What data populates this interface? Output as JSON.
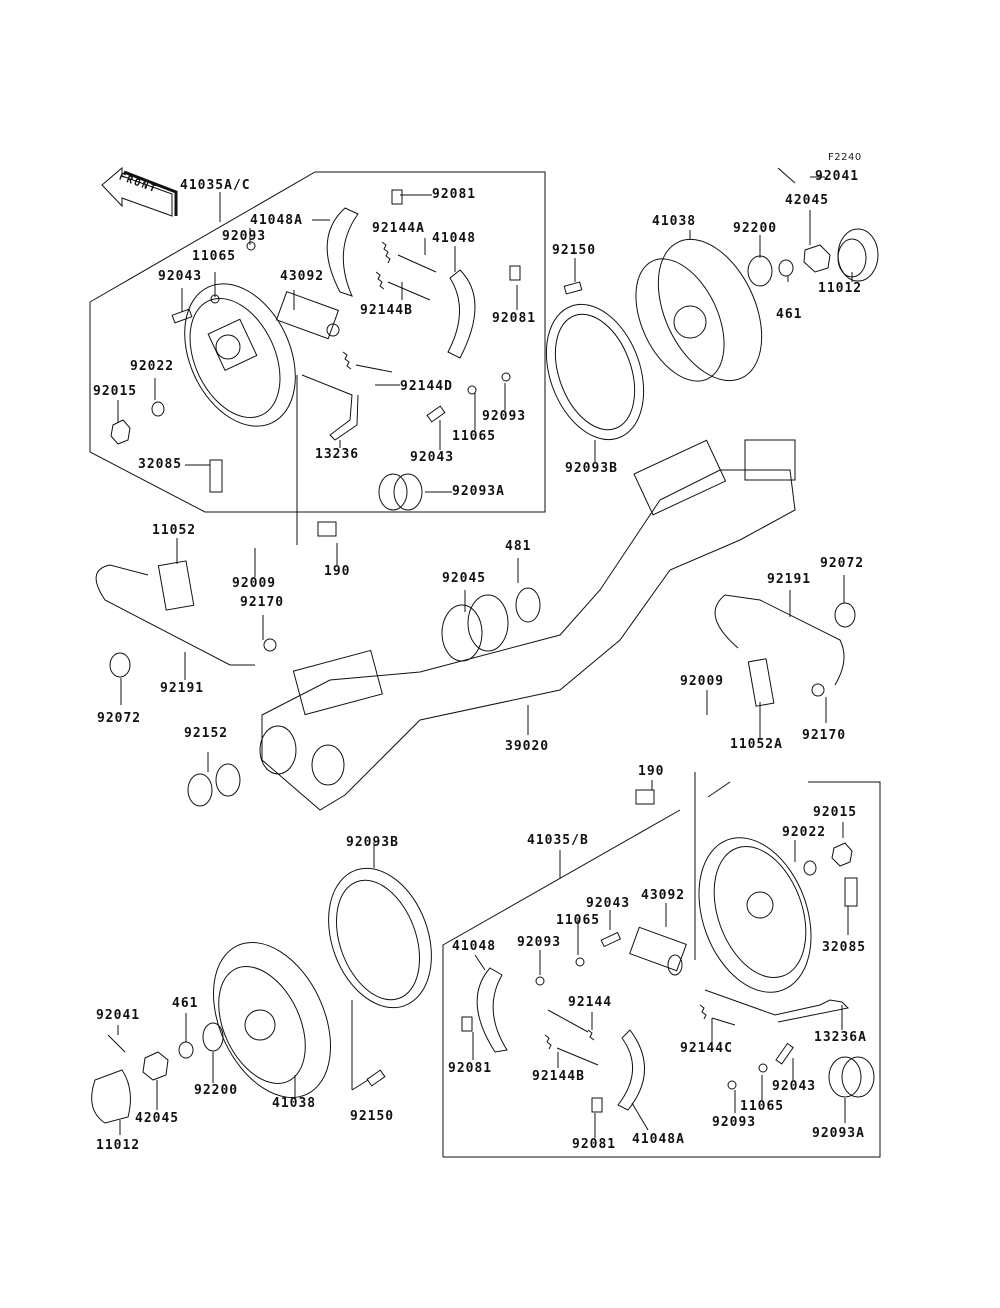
{
  "diagram": {
    "figure_code": "F2240",
    "direction_badge": "FRONT",
    "groups": [
      {
        "name": "upper-left-brake-assembly",
        "label": "41035A/C"
      },
      {
        "name": "lower-right-brake-assembly",
        "label": "41035/B"
      }
    ],
    "parts": {
      "p41035AC": "41035A/C",
      "p41048A_ul": "41048A",
      "p92081_ul1": "92081",
      "p92093_ul1": "92093",
      "p92144A": "92144A",
      "p41048_ul": "41048",
      "p11065_ul1": "11065",
      "p92043_ul1": "92043",
      "p43092_ul": "43092",
      "p92144B_ul": "92144B",
      "p92081_ul2": "92081",
      "p92022_ul": "92022",
      "p92015_ul": "92015",
      "p92144D": "92144D",
      "p92093_ul2": "92093",
      "p11065_ul2": "11065",
      "p32085_ul": "32085",
      "p13236": "13236",
      "p92043_ul2": "92043",
      "p92093A_ul": "92093A",
      "p92041_ur": "92041",
      "p42045_ur": "42045",
      "p41038_ur": "41038",
      "p92200_ur": "92200",
      "p92150_ur": "92150",
      "p11012_ur": "11012",
      "p461_ur": "461",
      "p92093B_ur": "92093B",
      "p11052": "11052",
      "p92009_l": "92009",
      "p190_top": "190",
      "p92170_l": "92170",
      "p92045": "92045",
      "p481": "481",
      "p92191_l": "92191",
      "p92072_l": "92072",
      "p92152": "92152",
      "p39020": "39020",
      "p92072_r": "92072",
      "p92191_r": "92191",
      "p92009_r": "92009",
      "p11052A": "11052A",
      "p92170_r": "92170",
      "p190_bot": "190",
      "p41035B": "41035/B",
      "p92015_lr": "92015",
      "p92022_lr": "92022",
      "p92043_lr1": "92043",
      "p43092_lr": "43092",
      "p11065_lr1": "11065",
      "p92093_lr1": "92093",
      "p41048_lr": "41048",
      "p32085_lr": "32085",
      "p92144": "92144",
      "p92144C": "92144C",
      "p13236A": "13236A",
      "p92081_lr1": "92081",
      "p92144B_lr": "92144B",
      "p92043_lr2": "92043",
      "p11065_lr2": "11065",
      "p92093_lr2": "92093",
      "p92093A_lr": "92093A",
      "p92081_lr2": "92081",
      "p41048A_lr": "41048A",
      "p92093B_ll": "92093B",
      "p92041_ll": "92041",
      "p461_ll": "461",
      "p92200_ll": "92200",
      "p42045_ll": "42045",
      "p41038_ll": "41038",
      "p92150_ll": "92150",
      "p11012_ll": "11012"
    }
  }
}
